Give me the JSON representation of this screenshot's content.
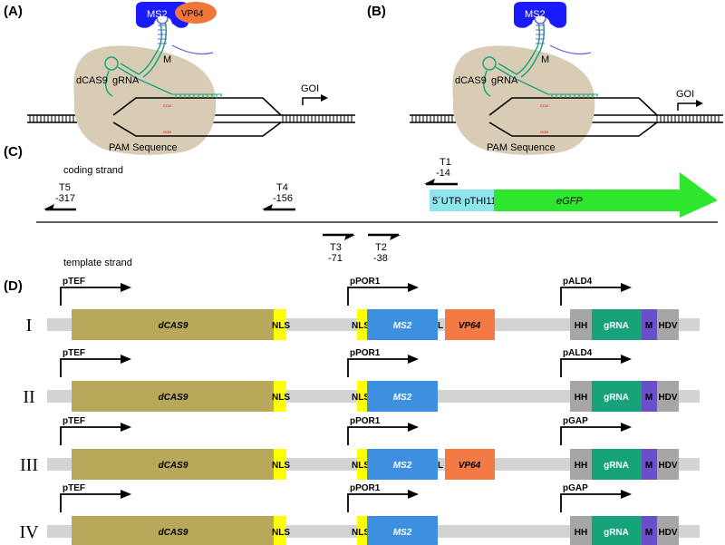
{
  "panels": {
    "a": "(A)",
    "b": "(B)",
    "c": "(C)",
    "d": "(D)"
  },
  "mechanism": {
    "ms2": "MS2",
    "vp64": "VP64",
    "m": "M",
    "dcas9": "dCAS9",
    "grna": "gRNA",
    "goi": "GOI",
    "pam": "PAM Sequence",
    "ccn": "CCN",
    "ggn": "GGN"
  },
  "panel_c": {
    "coding_strand": "coding strand",
    "template_strand": "template strand",
    "utr": "5´UTR pTHI11",
    "egfp": "eGFP",
    "sites": [
      {
        "name": "T5",
        "pos": "-317"
      },
      {
        "name": "T4",
        "pos": "-156"
      },
      {
        "name": "T1",
        "pos": "-14"
      },
      {
        "name": "T3",
        "pos": "-71"
      },
      {
        "name": "T2",
        "pos": "-38"
      }
    ]
  },
  "constructs": {
    "rows": [
      {
        "numeral": "I",
        "p1": "pTEF",
        "p2": "pPOR1",
        "p3": "pALD4",
        "has_vp64": true
      },
      {
        "numeral": "II",
        "p1": "pTEF",
        "p2": "pPOR1",
        "p3": "pALD4",
        "has_vp64": false
      },
      {
        "numeral": "III",
        "p1": "pTEF",
        "p2": "pPOR1",
        "p3": "pGAP",
        "has_vp64": true
      },
      {
        "numeral": "IV",
        "p1": "pTEF",
        "p2": "pPOR1",
        "p3": "pGAP",
        "has_vp64": false
      }
    ],
    "labels": {
      "dcas9": "dCAS9",
      "nls": "NLS",
      "ms2": "MS2",
      "l": "L",
      "vp64": "VP64",
      "hh": "HH",
      "grna": "gRNA",
      "m": "M",
      "hdv": "HDV"
    },
    "colors": {
      "backbone": "#d3d3d3",
      "dcas9": "#b8a95a",
      "nls": "#ffff00",
      "ms2": "#3d8fe0",
      "vp64": "#f47a45",
      "hh": "#a6a6a6",
      "grna": "#17a37a",
      "m": "#6a4fc8",
      "hdv": "#a6a6a6",
      "utr": "#8ee6ec",
      "egfp": "#2ee62e",
      "blob": "#d8ccb4",
      "ms2_protein": "#1a1aff",
      "vp64_protein": "#f0763a",
      "rna": "#1aa57a"
    }
  }
}
